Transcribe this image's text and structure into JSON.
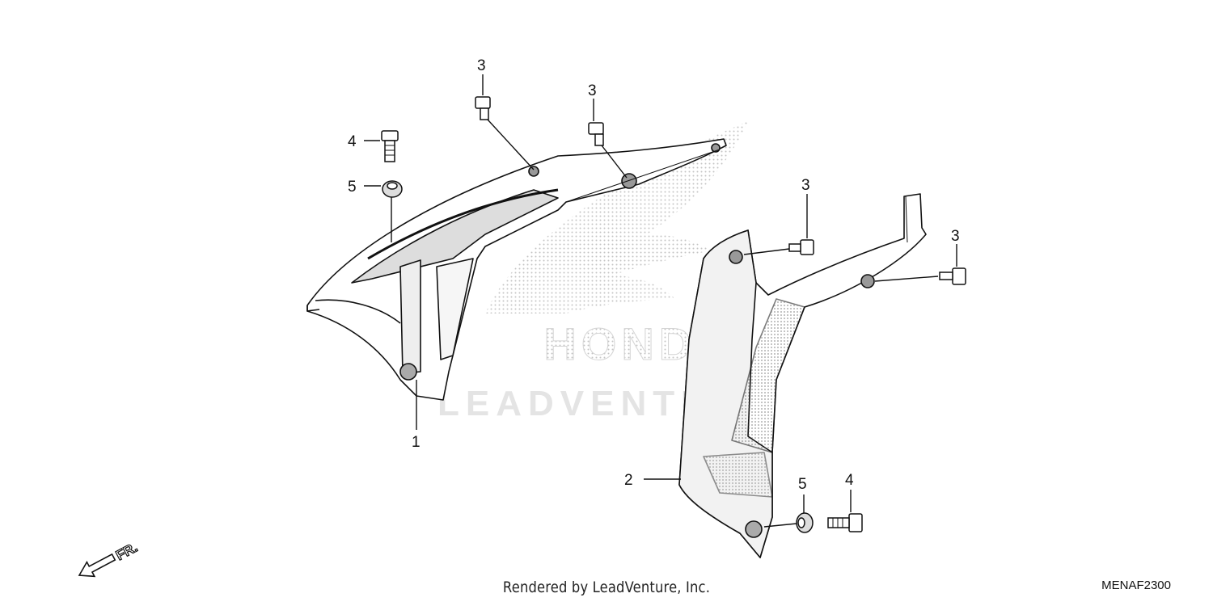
{
  "watermark": {
    "brand": "HONDA",
    "dealer": "LEADVENTURE"
  },
  "callouts": {
    "c1": "1",
    "c2": "2",
    "c3a": "3",
    "c3b": "3",
    "c3c": "3",
    "c3d": "3",
    "c4a": "4",
    "c4b": "4",
    "c5a": "5",
    "c5b": "5"
  },
  "direction": {
    "label": "FR."
  },
  "footer": {
    "rendered_by": "Rendered by LeadVenture, Inc.",
    "diagram_code": "MENAF2300"
  },
  "colors": {
    "line": "#111111",
    "watermark": "#c9c9c9"
  }
}
